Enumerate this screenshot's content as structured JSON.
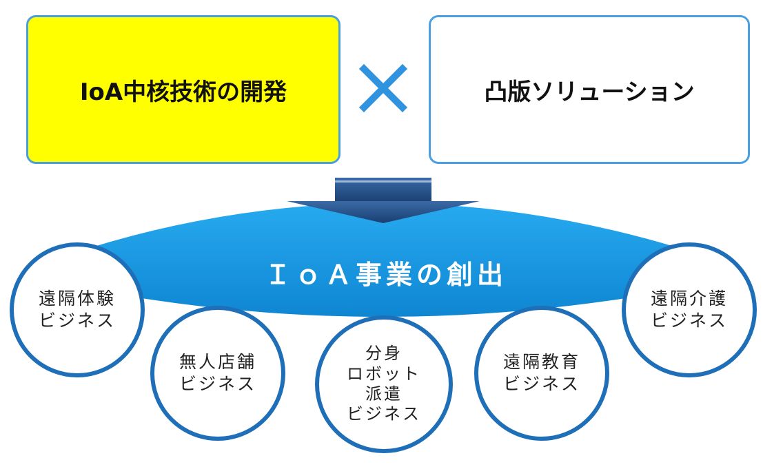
{
  "top": {
    "left_box": {
      "label": "IoA中核技術の開発",
      "color": "#ffff00"
    },
    "operator": "×",
    "right_box": {
      "label": "凸版ソリューション"
    }
  },
  "banner": {
    "title": "ＩｏＡ事業の創出"
  },
  "businesses": [
    {
      "line1": "遠隔体験",
      "line2": "ビジネス"
    },
    {
      "line1": "無人店舗",
      "line2": "ビジネス"
    },
    {
      "line1": "分身",
      "line2": "ロボット",
      "line3": "派遣",
      "line4": "ビジネス"
    },
    {
      "line1": "遠隔教育",
      "line2": "ビジネス"
    },
    {
      "line1": "遠隔介護",
      "line2": "ビジネス"
    }
  ],
  "colors": {
    "accent_blue": "#4a9fe0",
    "arrow_navy": "#1f4e86",
    "banner_blue": "#1a9be0",
    "circle_border": "#1f6fb8"
  }
}
